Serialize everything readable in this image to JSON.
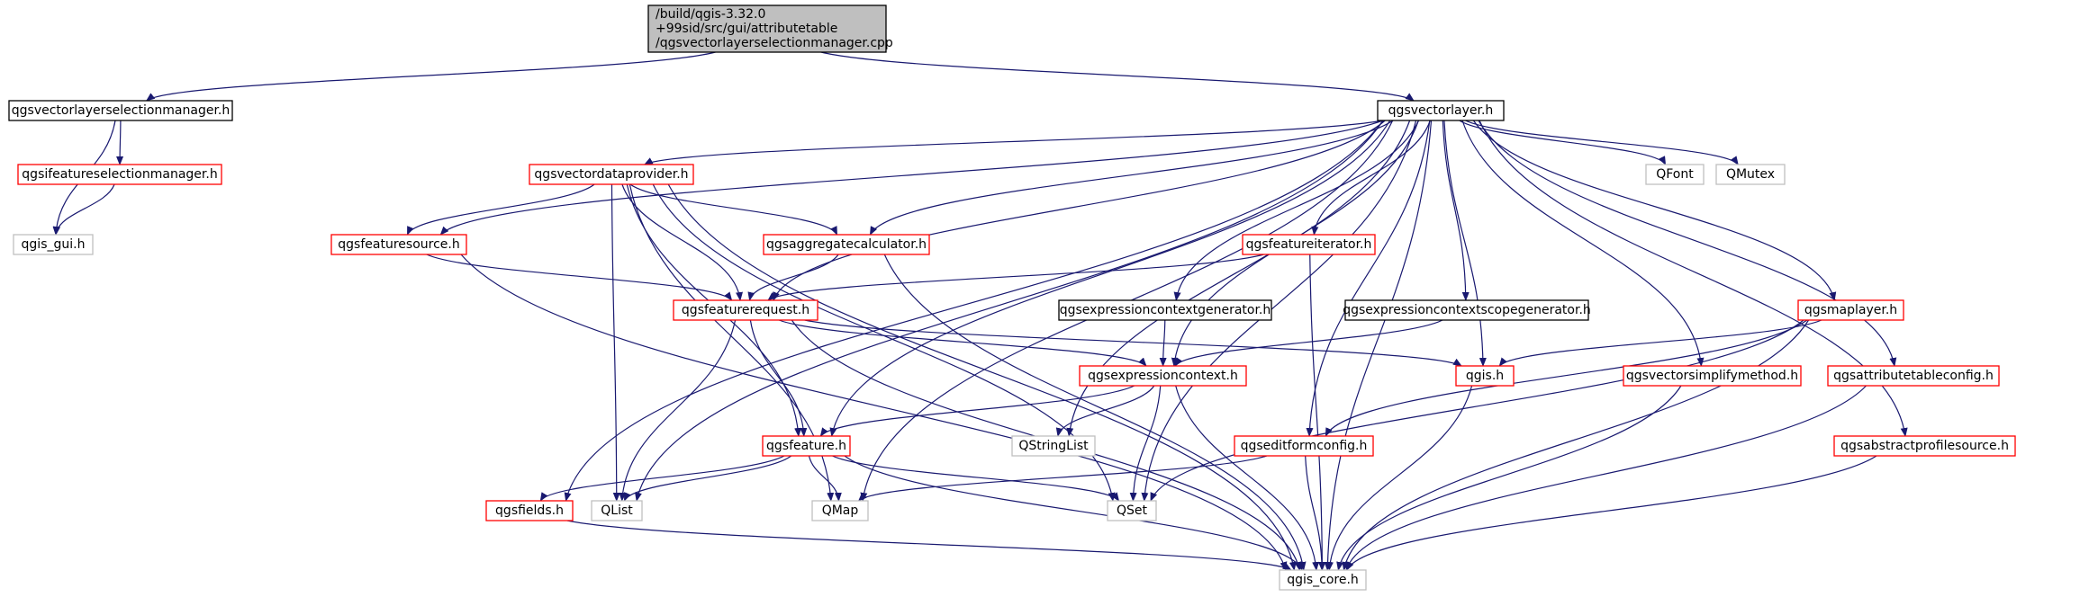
{
  "colors": {
    "edge": "#191970",
    "border_default": "#000000",
    "border_documented_red": "#ff0000",
    "border_external_gray": "#bfbfbf",
    "fill_root": "#bfbfbf",
    "fill_default": "#ffffff",
    "text_default": "#000000",
    "text_external": "#000000"
  },
  "nodes": [
    {
      "id": "root",
      "lines": [
        "/build/qgis-3.32.0",
        "+99sid/src/gui/attributetable",
        "/qgsvectorlayerselectionmanager.cpp"
      ],
      "kind": "root"
    },
    {
      "id": "vlsm",
      "lines": [
        "qgsvectorlayerselectionmanager.h"
      ],
      "kind": "black"
    },
    {
      "id": "vl",
      "lines": [
        "qgsvectorlayer.h"
      ],
      "kind": "black"
    },
    {
      "id": "ifsm",
      "lines": [
        "qgsifeatureselectionmanager.h"
      ],
      "kind": "red"
    },
    {
      "id": "guih",
      "lines": [
        "qgis_gui.h"
      ],
      "kind": "gray"
    },
    {
      "id": "vdp",
      "lines": [
        "qgsvectordataprovider.h"
      ],
      "kind": "red"
    },
    {
      "id": "fsrc",
      "lines": [
        "qgsfeaturesource.h"
      ],
      "kind": "red"
    },
    {
      "id": "aggr",
      "lines": [
        "qgsaggregatecalculator.h"
      ],
      "kind": "red"
    },
    {
      "id": "freq",
      "lines": [
        "qgsfeaturerequest.h"
      ],
      "kind": "red"
    },
    {
      "id": "fiter",
      "lines": [
        "qgsfeatureiterator.h"
      ],
      "kind": "red"
    },
    {
      "id": "ecg",
      "lines": [
        "qgsexpressioncontextgenerator.h"
      ],
      "kind": "black"
    },
    {
      "id": "ecsg",
      "lines": [
        "qgsexpressioncontextscopegenerator.h"
      ],
      "kind": "black"
    },
    {
      "id": "maplayer",
      "lines": [
        "qgsmaplayer.h"
      ],
      "kind": "red"
    },
    {
      "id": "qfont",
      "lines": [
        "QFont"
      ],
      "kind": "gray"
    },
    {
      "id": "qmutex",
      "lines": [
        "QMutex"
      ],
      "kind": "gray"
    },
    {
      "id": "expctx",
      "lines": [
        "qgsexpressioncontext.h"
      ],
      "kind": "red"
    },
    {
      "id": "qgish",
      "lines": [
        "qgis.h"
      ],
      "kind": "red"
    },
    {
      "id": "vsm",
      "lines": [
        "qgsvectorsimplifymethod.h"
      ],
      "kind": "red"
    },
    {
      "id": "atc",
      "lines": [
        "qgsattributetableconfig.h"
      ],
      "kind": "red"
    },
    {
      "id": "feature",
      "lines": [
        "qgsfeature.h"
      ],
      "kind": "red"
    },
    {
      "id": "qsl",
      "lines": [
        "QStringList"
      ],
      "kind": "gray"
    },
    {
      "id": "efc",
      "lines": [
        "qgseditformconfig.h"
      ],
      "kind": "red"
    },
    {
      "id": "aps",
      "lines": [
        "qgsabstractprofilesource.h"
      ],
      "kind": "red"
    },
    {
      "id": "fields",
      "lines": [
        "qgsfields.h"
      ],
      "kind": "red"
    },
    {
      "id": "qlist",
      "lines": [
        "QList"
      ],
      "kind": "gray"
    },
    {
      "id": "qmap",
      "lines": [
        "QMap"
      ],
      "kind": "gray"
    },
    {
      "id": "qset",
      "lines": [
        "QSet"
      ],
      "kind": "gray"
    },
    {
      "id": "core",
      "lines": [
        "qgis_core.h"
      ],
      "kind": "gray"
    }
  ],
  "edges": [
    [
      "root",
      "vlsm"
    ],
    [
      "root",
      "vl"
    ],
    [
      "vlsm",
      "ifsm"
    ],
    [
      "vlsm",
      "guih"
    ],
    [
      "ifsm",
      "guih"
    ],
    [
      "vl",
      "vdp"
    ],
    [
      "vl",
      "fsrc"
    ],
    [
      "vl",
      "aggr"
    ],
    [
      "vl",
      "freq"
    ],
    [
      "vl",
      "fiter"
    ],
    [
      "vl",
      "ecg"
    ],
    [
      "vl",
      "ecsg"
    ],
    [
      "vl",
      "maplayer"
    ],
    [
      "vl",
      "qfont"
    ],
    [
      "vl",
      "qmutex"
    ],
    [
      "vl",
      "expctx"
    ],
    [
      "vl",
      "qgish"
    ],
    [
      "vl",
      "vsm"
    ],
    [
      "vl",
      "atc"
    ],
    [
      "vl",
      "feature"
    ],
    [
      "vl",
      "qsl"
    ],
    [
      "vl",
      "efc"
    ],
    [
      "vl",
      "aps"
    ],
    [
      "vl",
      "fields"
    ],
    [
      "vl",
      "qlist"
    ],
    [
      "vl",
      "qmap"
    ],
    [
      "vl",
      "qset"
    ],
    [
      "vl",
      "core"
    ],
    [
      "vdp",
      "fsrc"
    ],
    [
      "vdp",
      "aggr"
    ],
    [
      "vdp",
      "freq"
    ],
    [
      "vdp",
      "feature"
    ],
    [
      "vdp",
      "qlist"
    ],
    [
      "vdp",
      "qmap"
    ],
    [
      "vdp",
      "qset"
    ],
    [
      "vdp",
      "core"
    ],
    [
      "fsrc",
      "freq"
    ],
    [
      "fsrc",
      "core"
    ],
    [
      "aggr",
      "freq"
    ],
    [
      "aggr",
      "core"
    ],
    [
      "fiter",
      "freq"
    ],
    [
      "fiter",
      "core"
    ],
    [
      "freq",
      "expctx"
    ],
    [
      "freq",
      "qgish"
    ],
    [
      "freq",
      "feature"
    ],
    [
      "freq",
      "qlist"
    ],
    [
      "freq",
      "core"
    ],
    [
      "ecg",
      "expctx"
    ],
    [
      "ecsg",
      "expctx"
    ],
    [
      "maplayer",
      "qgish"
    ],
    [
      "maplayer",
      "efc"
    ],
    [
      "maplayer",
      "qset"
    ],
    [
      "maplayer",
      "core"
    ],
    [
      "expctx",
      "feature"
    ],
    [
      "expctx",
      "qsl"
    ],
    [
      "expctx",
      "qset"
    ],
    [
      "expctx",
      "core"
    ],
    [
      "qgish",
      "core"
    ],
    [
      "vsm",
      "core"
    ],
    [
      "atc",
      "core"
    ],
    [
      "aps",
      "core"
    ],
    [
      "feature",
      "fields"
    ],
    [
      "feature",
      "qlist"
    ],
    [
      "feature",
      "qmap"
    ],
    [
      "feature",
      "qset"
    ],
    [
      "feature",
      "core"
    ],
    [
      "efc",
      "qmap"
    ],
    [
      "efc",
      "core"
    ],
    [
      "fields",
      "core"
    ]
  ]
}
